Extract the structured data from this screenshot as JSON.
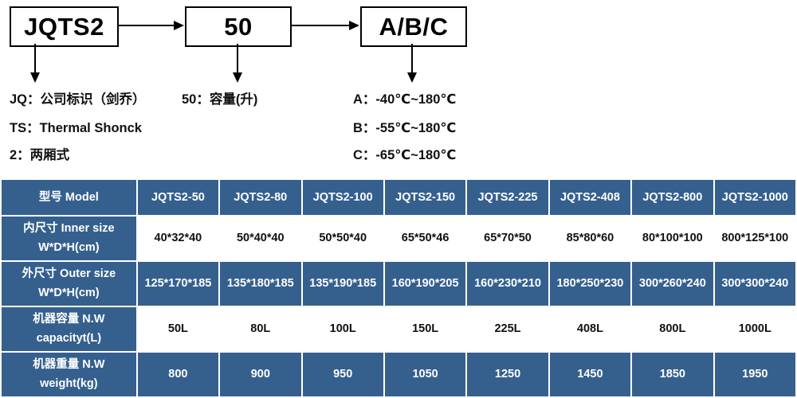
{
  "diagram": {
    "boxes": [
      {
        "name": "model-prefix",
        "label": "JQTS2"
      },
      {
        "name": "capacity",
        "label": "50"
      },
      {
        "name": "temp-range-code",
        "label": "A/B/C"
      }
    ],
    "legend": {
      "jq": "JQ：公司标识（剑乔）",
      "ts": "TS：Thermal Shonck",
      "two": "2：两厢式",
      "volume": "50：容量(升)",
      "a": "A：-40℃~180℃",
      "b": "B：-55℃~180℃",
      "c": "C：-65℃~180℃"
    }
  },
  "table": {
    "header": {
      "label": "型号 Model",
      "models": [
        "JQTS2-50",
        "JQTS2-80",
        "JQTS2-100",
        "JQTS2-150",
        "JQTS2-225",
        "JQTS2-408",
        "JQTS2-800",
        "JQTS2-1000"
      ]
    },
    "rows": [
      {
        "name": "inner-size",
        "label_line1": "内尺寸 Inner size",
        "label_line2": "W*D*H(cm)",
        "style": "white",
        "values": [
          "40*32*40",
          "50*40*40",
          "50*50*40",
          "65*50*46",
          "65*70*50",
          "85*80*60",
          "80*100*100",
          "800*125*100"
        ]
      },
      {
        "name": "outer-size",
        "label_line1": "外尺寸 Outer size",
        "label_line2": "W*D*H(cm)",
        "style": "blue",
        "values": [
          "125*170*185",
          "135*180*185",
          "135*190*185",
          "160*190*205",
          "160*230*210",
          "180*250*230",
          "300*260*240",
          "300*300*240"
        ]
      },
      {
        "name": "capacity",
        "label_line1": "机器容量 N.W",
        "label_line2": "capacityt(L)",
        "style": "white",
        "values": [
          "50L",
          "80L",
          "100L",
          "150L",
          "225L",
          "408L",
          "800L",
          "1000L"
        ]
      },
      {
        "name": "weight",
        "label_line1": "机器重量 N.W",
        "label_line2": "weight(kg)",
        "style": "blue",
        "values": [
          "800",
          "900",
          "950",
          "1050",
          "1250",
          "1450",
          "1850",
          "1950"
        ]
      }
    ]
  },
  "colors": {
    "table_blue": "#35608E",
    "line_black": "#000000",
    "text_dark": "#111111"
  }
}
